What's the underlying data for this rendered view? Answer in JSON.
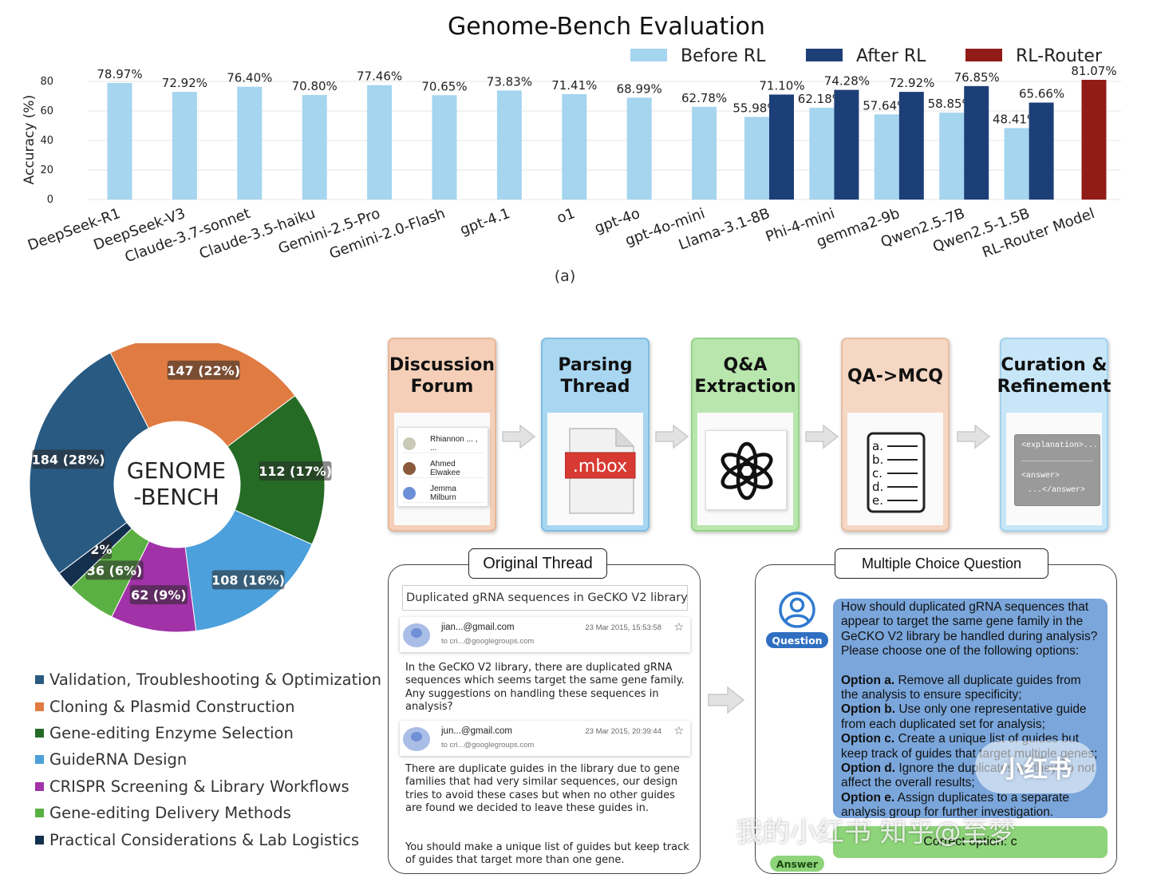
{
  "chart_data": {
    "type": "bar",
    "title": "Genome-Bench Evaluation",
    "ylabel": "Accuracy (%)",
    "ylim": [
      0,
      80
    ],
    "yticks": [
      "0",
      "20",
      "40",
      "60",
      "80"
    ],
    "caption": "(a)",
    "series": [
      {
        "name": "Before RL",
        "color": "#a5d5ef"
      },
      {
        "name": "After RL",
        "color": "#1d3f78"
      },
      {
        "name": "RL-Router",
        "color": "#911b16"
      }
    ],
    "groups": [
      {
        "label": "DeepSeek-R1",
        "bars": [
          {
            "series": 0,
            "value": 78.97,
            "text": "78.97%"
          }
        ]
      },
      {
        "label": "DeepSeek-V3",
        "bars": [
          {
            "series": 0,
            "value": 72.92,
            "text": "72.92%"
          }
        ]
      },
      {
        "label": "Claude-3.7-sonnet",
        "bars": [
          {
            "series": 0,
            "value": 76.4,
            "text": "76.40%"
          }
        ]
      },
      {
        "label": "Claude-3.5-haiku",
        "bars": [
          {
            "series": 0,
            "value": 70.8,
            "text": "70.80%"
          }
        ]
      },
      {
        "label": "Gemini-2.5-Pro",
        "bars": [
          {
            "series": 0,
            "value": 77.46,
            "text": "77.46%"
          }
        ]
      },
      {
        "label": "Gemini-2.0-Flash",
        "bars": [
          {
            "series": 0,
            "value": 70.65,
            "text": "70.65%"
          }
        ]
      },
      {
        "label": "gpt-4.1",
        "bars": [
          {
            "series": 0,
            "value": 73.83,
            "text": "73.83%"
          }
        ]
      },
      {
        "label": "o1",
        "bars": [
          {
            "series": 0,
            "value": 71.41,
            "text": "71.41%"
          }
        ]
      },
      {
        "label": "gpt-4o",
        "bars": [
          {
            "series": 0,
            "value": 68.99,
            "text": "68.99%"
          }
        ]
      },
      {
        "label": "gpt-4o-mini",
        "bars": [
          {
            "series": 0,
            "value": 62.78,
            "text": "62.78%"
          }
        ]
      },
      {
        "label": "Llama-3.1-8B",
        "bars": [
          {
            "series": 0,
            "value": 55.98,
            "text": "55.98%"
          },
          {
            "series": 1,
            "value": 71.1,
            "text": "71.10%"
          }
        ]
      },
      {
        "label": "Phi-4-mini",
        "bars": [
          {
            "series": 0,
            "value": 62.18,
            "text": "62.18%"
          },
          {
            "series": 1,
            "value": 74.28,
            "text": "74.28%"
          }
        ]
      },
      {
        "label": "gemma2-9b",
        "bars": [
          {
            "series": 0,
            "value": 57.64,
            "text": "57.64%"
          },
          {
            "series": 1,
            "value": 72.92,
            "text": "72.92%"
          }
        ]
      },
      {
        "label": "Qwen2.5-7B",
        "bars": [
          {
            "series": 0,
            "value": 58.85,
            "text": "58.85%"
          },
          {
            "series": 1,
            "value": 76.85,
            "text": "76.85%"
          }
        ]
      },
      {
        "label": "Qwen2.5-1.5B",
        "bars": [
          {
            "series": 0,
            "value": 48.41,
            "text": "48.41%"
          },
          {
            "series": 1,
            "value": 65.66,
            "text": "65.66%"
          }
        ]
      },
      {
        "label": "RL-Router Model",
        "bars": [
          {
            "series": 2,
            "value": 81.07,
            "text": "81.07%"
          }
        ]
      }
    ]
  },
  "donut": {
    "center_line1": "GENOME",
    "center_line2": "-BENCH",
    "slices": [
      {
        "name": "Cloning & Plasmid Construction",
        "value": 147,
        "label": "147 (22%)",
        "color": "#e07b42"
      },
      {
        "name": "Gene-editing Enzyme Selection",
        "value": 112,
        "label": "112 (17%)",
        "color": "#256b25"
      },
      {
        "name": "GuideRNA Design",
        "value": 108,
        "label": "108 (16%)",
        "color": "#4ca0db"
      },
      {
        "name": "CRISPR Screening & Library Workflows",
        "value": 62,
        "label": "62 (9%)",
        "color": "#a232a8"
      },
      {
        "name": "Gene-editing Delivery Methods",
        "value": 36,
        "label": "36 (6%)",
        "color": "#5bb043"
      },
      {
        "name": "Practical Considerations & Lab Logistics",
        "value": 13,
        "label": "2%",
        "color": "#14304f"
      },
      {
        "name": "Validation, Troubleshooting & Optimization",
        "value": 184,
        "label": "184 (28%)",
        "color": "#285a82"
      }
    ],
    "legend": [
      {
        "label": "Validation, Troubleshooting & Optimization",
        "color": "#285a82"
      },
      {
        "label": "Cloning & Plasmid Construction",
        "color": "#e07b42"
      },
      {
        "label": "Gene-editing Enzyme Selection",
        "color": "#256b25"
      },
      {
        "label": "GuideRNA Design",
        "color": "#4ca0db"
      },
      {
        "label": "CRISPR Screening & Library Workflows",
        "color": "#a232a8"
      },
      {
        "label": "Gene-editing Delivery Methods",
        "color": "#5bb043"
      },
      {
        "label": "Practical Considerations & Lab Logistics",
        "color": "#14304f"
      }
    ]
  },
  "pipeline": {
    "steps": [
      {
        "title": "Discussion\nForum",
        "color": "#f5cfb8",
        "border": "#e6b79a"
      },
      {
        "title": "Parsing\nThread",
        "color": "#a9d7f2",
        "border": "#7fbde4"
      },
      {
        "title": "Q&A\nExtraction",
        "color": "#b8e6ad",
        "border": "#96d488"
      },
      {
        "title": "QA->MCQ",
        "color": "#f6d7c3",
        "border": "#e6bfa6"
      },
      {
        "title": "Curation &\nRefinement",
        "color": "#c7e6f7",
        "border": "#a3d2ee"
      }
    ],
    "forum_users": [
      "Rhiannon ... , ...",
      "Ahmed Elwakee",
      "Jemma Milburn"
    ],
    "file_ext": ".mbox",
    "mcq_letters": [
      "a.",
      "b.",
      "c.",
      "d.",
      "e."
    ],
    "tags": [
      "<explanation>...",
      "<answer>",
      "...</answer>"
    ]
  },
  "thread": {
    "title": "Original Thread",
    "subject": "Duplicated gRNA sequences in GeCKO V2 library",
    "messages": [
      {
        "from": "jian...@gmail.com",
        "to": "to cri...@googlegroups.com",
        "date": "23 Mar 2015, 15:53:58",
        "body": "In the GeCKO V2 library, there are duplicated gRNA sequences which seems target the same gene family. Any suggestions on handling these sequences in analysis?"
      },
      {
        "from": "jun...@gmail.com",
        "to": "to cri...@googlegroups.com",
        "date": "23 Mar 2015, 20:39:44",
        "body": "There are duplicate guides in the library due to gene families that had very similar sequences, our design tries to avoid these cases but when no other guides are found we decided to leave these guides in.",
        "body2": "You should make a unique list of guides but keep track of guides that target more than one gene."
      }
    ]
  },
  "mcq": {
    "title": "Multiple Choice Question",
    "question_tag": "Question",
    "answer_tag": "Answer",
    "question": "How should duplicated gRNA sequences that appear to target the same gene family in the GeCKO V2 library be handled during analysis? Please choose one of the following options:",
    "options": [
      {
        "key": "Option a.",
        "text": "Remove all duplicate guides from the analysis to ensure specificity;"
      },
      {
        "key": "Option b.",
        "text": "Use only one representative guide from each duplicated set for analysis;"
      },
      {
        "key": "Option c.",
        "text": "Create a unique list of guides but keep track of guides that target multiple genes;"
      },
      {
        "key": "Option d.",
        "text": "Ignore the duplicates as they do not affect the overall results;"
      },
      {
        "key": "Option e.",
        "text": "Assign duplicates to a separate analysis group for further investigation."
      }
    ],
    "answer": "Correct option: c"
  },
  "watermark": {
    "badge": "小红书",
    "text": "我的小红书 知乎@至梦"
  }
}
